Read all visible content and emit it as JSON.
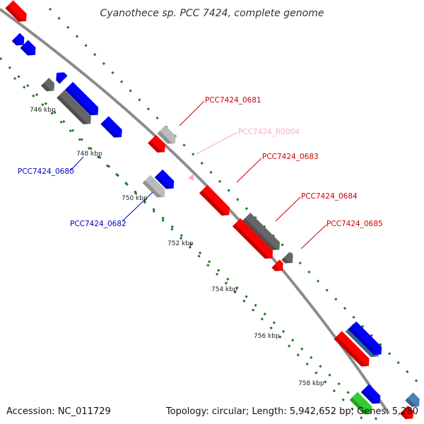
{
  "title": "Cyanothece sp. PCC 7424, complete genome",
  "footer": {
    "accession": "Accession: NC_011729",
    "stats": "Topology: circular; Length: 5,942,652 bp; Genes: 5,280"
  },
  "scale_labels": [
    "746 kbp",
    "748 kbp",
    "750 kbp",
    "752 kbp",
    "754 kbp",
    "756 kbp",
    "758 kbp"
  ],
  "gene_labels": [
    {
      "text": "PCC7424_0680",
      "color": "#0000cc"
    },
    {
      "text": "PCC7424_0681",
      "color": "#cc0000"
    },
    {
      "text": "PCC7424_0682",
      "color": "#0000cc"
    },
    {
      "text": "PCC7424_R0004",
      "color": "#ffaacc"
    },
    {
      "text": "PCC7424_0683",
      "color": "#cc0000"
    },
    {
      "text": "PCC7424_0684",
      "color": "#cc0000"
    },
    {
      "text": "PCC7424_0685",
      "color": "#cc0000"
    }
  ],
  "colors": {
    "backbone": "#8c8c8c",
    "tick": "#1a7a1a",
    "forward_cds": "#ff0000",
    "reverse_cds": "#0000ff",
    "dark_gray": "#666666",
    "light_gray": "#bbbbbb",
    "rna": "#ffaacc",
    "steel_blue": "#4682b4",
    "green": "#33cc33"
  }
}
